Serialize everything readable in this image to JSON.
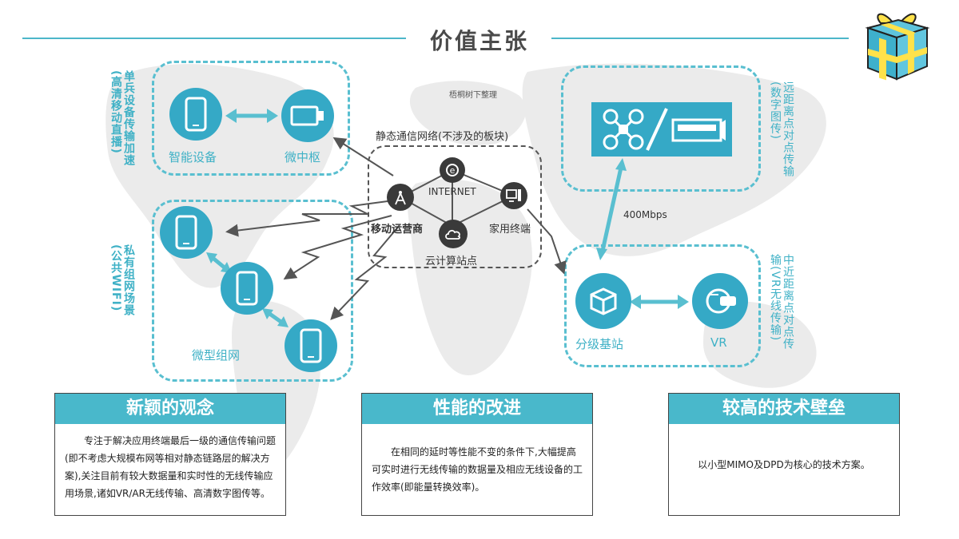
{
  "header": {
    "title": "价值主张"
  },
  "note": "梧桐树下整理",
  "top_left_group": {
    "vertical_label": "单兵设备传输加速(高清移动直播)",
    "nodes": {
      "smart_device": "智能设备",
      "micro_hub": "微中枢"
    }
  },
  "left_group": {
    "vertical_label": "私有组网场景(公共WIFI)",
    "mesh_label": "微型组网"
  },
  "center_group": {
    "title": "静态通信网络(不涉及的板块)",
    "nodes": {
      "internet": "INTERNET",
      "mobile_operator": "移动运营商",
      "home_terminal": "家用终端",
      "cloud_station": "云计算站点"
    }
  },
  "right_top_group": {
    "vertical_label": "远距离点对点传输(数字图传)"
  },
  "right_bottom_group": {
    "vertical_label": "中近距离点对点传输(VR无线传输)",
    "nodes": {
      "base_station": "分级基站",
      "vr": "VR"
    }
  },
  "link_label": "400Mbps",
  "cards": [
    {
      "title": "新颖的观念",
      "body": "专注于解决应用终端最后一级的通信传输问题(即不考虑大规模布网等相对静态链路层的解决方案),关注目前有较大数据量和实时性的无线传输应用场景,诸如VR/AR无线传输、高清数字图传等。"
    },
    {
      "title": "性能的改进",
      "body": "在相同的延时等性能不变的条件下,大幅提高可实时进行无线传输的数据量及相应无线设备的工作效率(即能量转换效率)。"
    },
    {
      "title": "较高的技术壁垒",
      "body": "以小型MIMO及DPD为核心的技术方案。"
    }
  ],
  "colors": {
    "accent": "#49b8cb",
    "dark": "#3a3a3a"
  }
}
